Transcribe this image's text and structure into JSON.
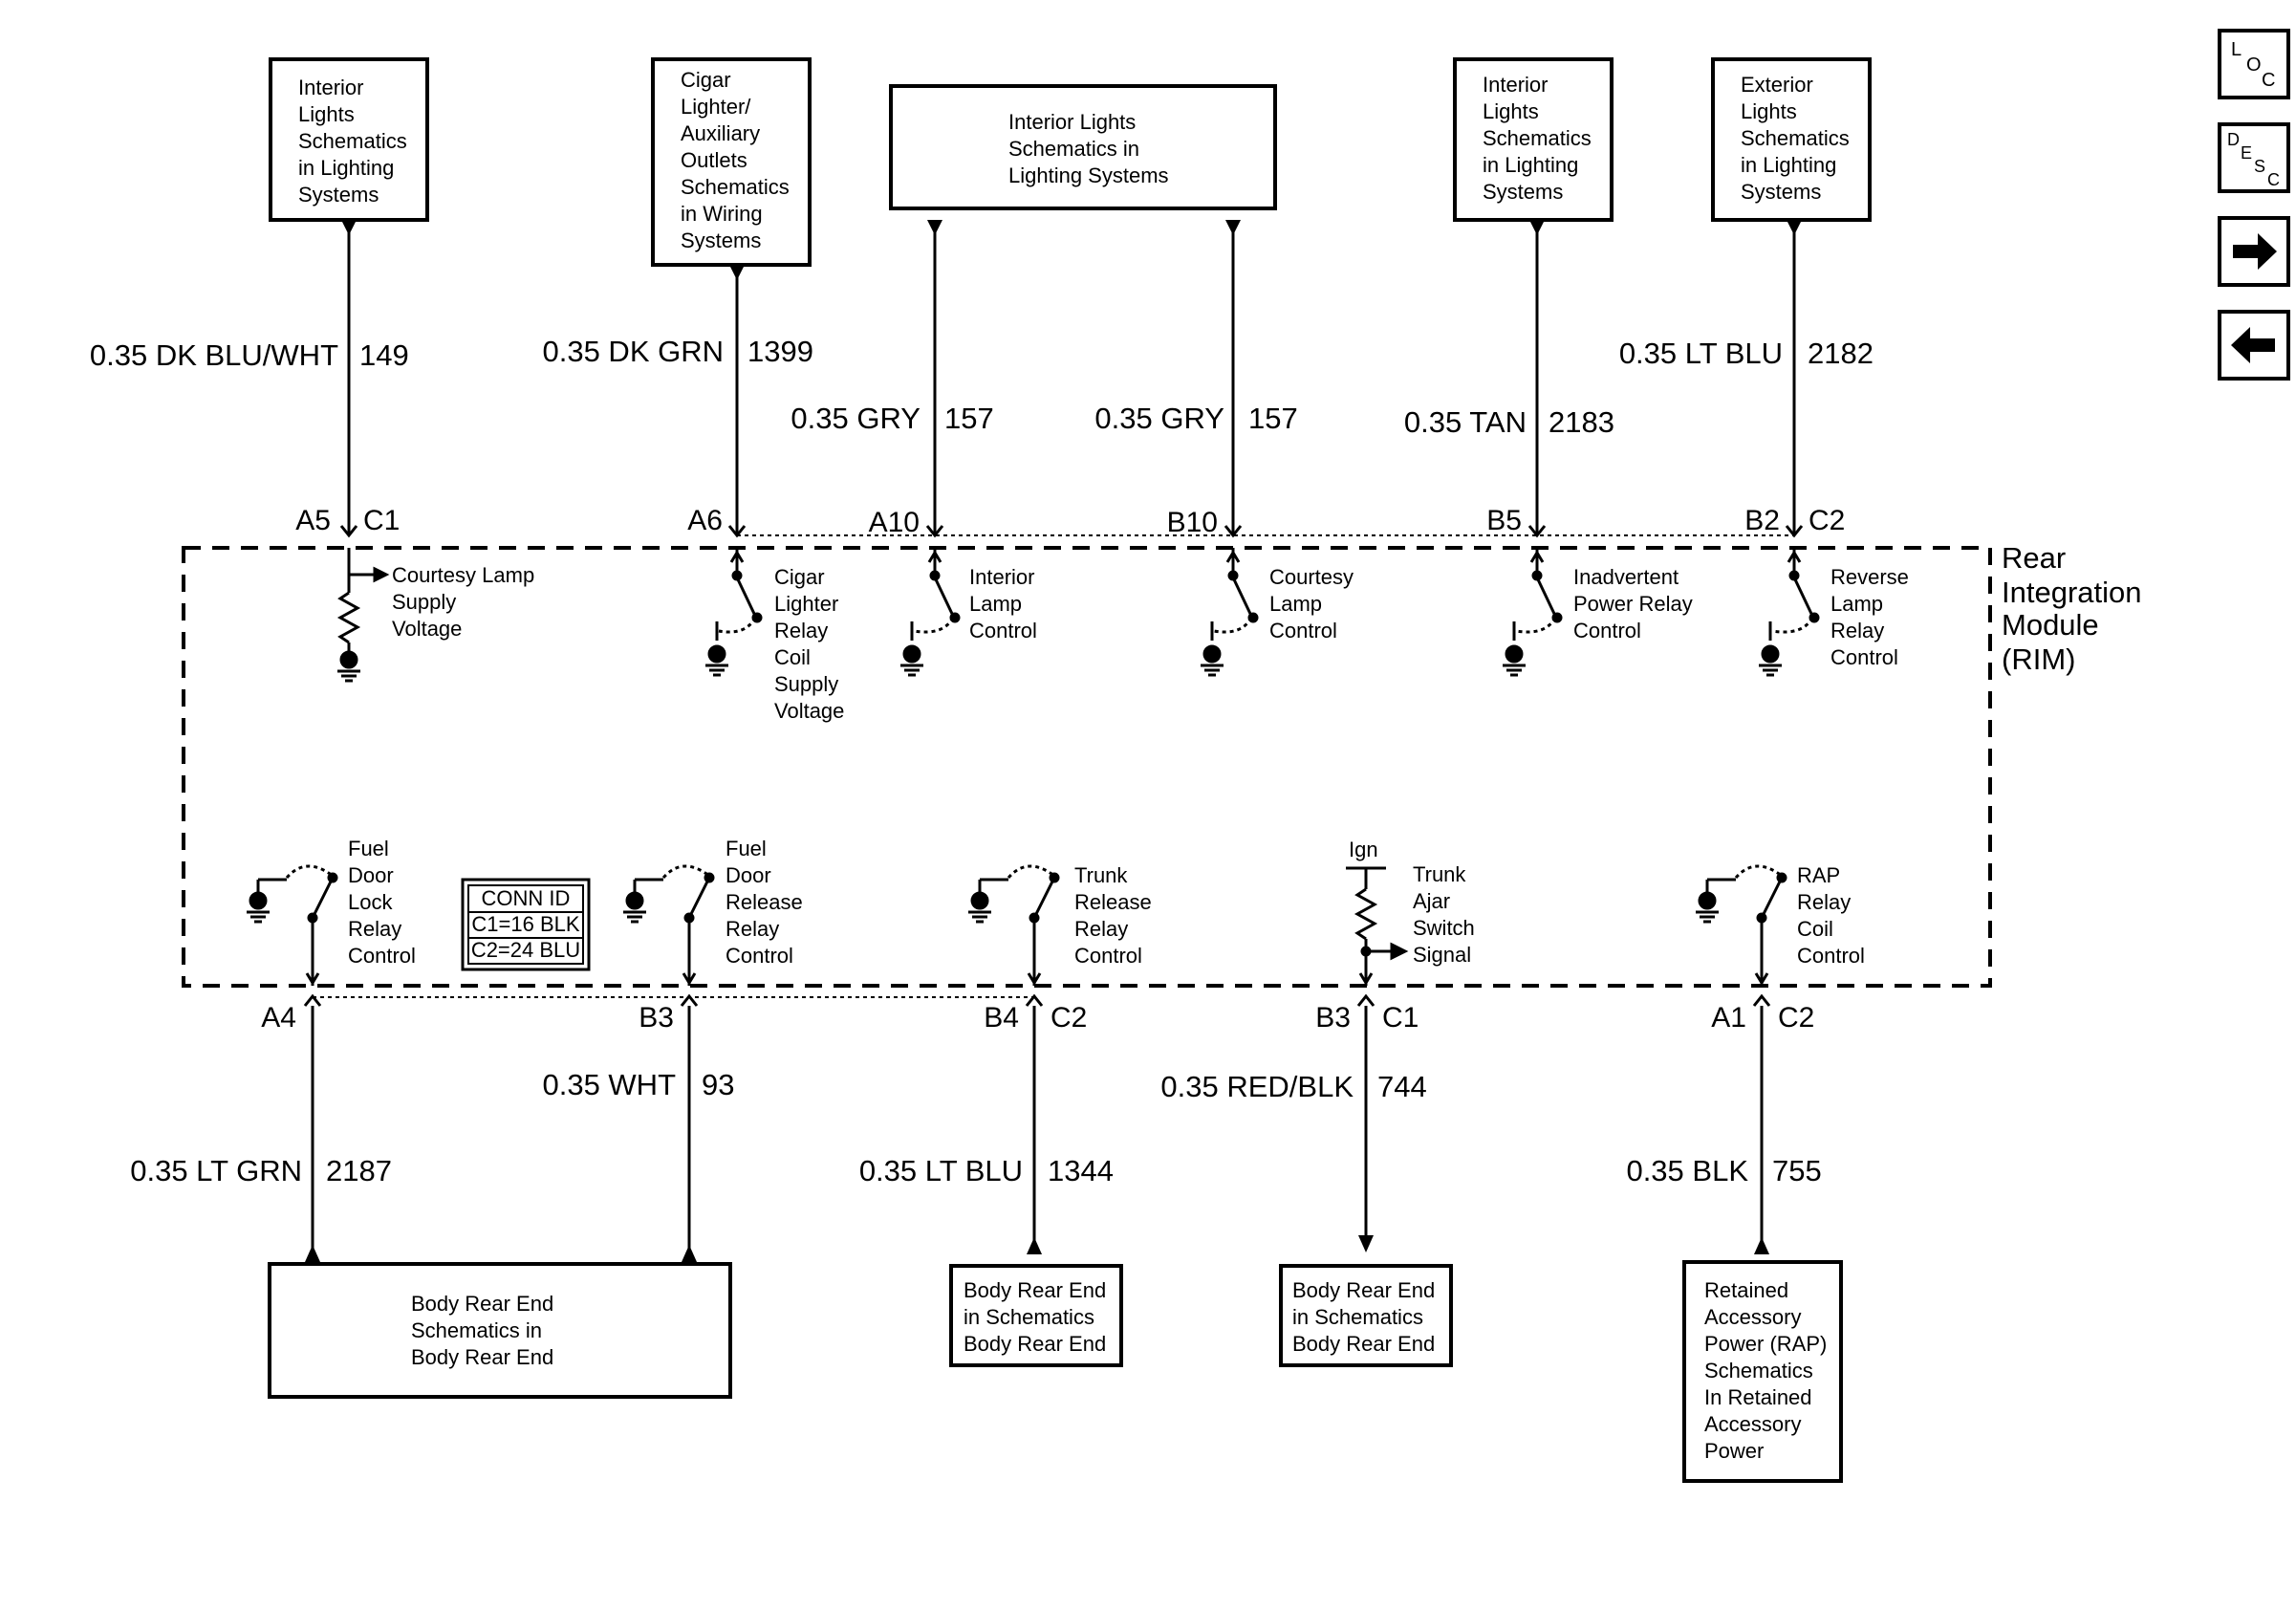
{
  "top_boxes": [
    {
      "id": "tb1",
      "lines": [
        "Interior",
        "Lights",
        "Schematics",
        "in Lighting",
        "Systems"
      ]
    },
    {
      "id": "tb2",
      "lines": [
        "Cigar",
        "Lighter/",
        "Auxiliary",
        "Outlets",
        "Schematics",
        "in Wiring",
        "Systems"
      ]
    },
    {
      "id": "tb3",
      "lines": [
        "Interior Lights",
        "Schematics in",
        "Lighting Systems"
      ]
    },
    {
      "id": "tb4",
      "lines": [
        "Interior",
        "Lights",
        "Schematics",
        "in Lighting",
        "Systems"
      ]
    },
    {
      "id": "tb5",
      "lines": [
        "Exterior",
        "Lights",
        "Schematics",
        "in Lighting",
        "Systems"
      ]
    }
  ],
  "top_wires": [
    {
      "id": "w149",
      "label": "0.35 DK BLU/WHT",
      "circuit": "149"
    },
    {
      "id": "w1399",
      "label": "0.35 DK GRN",
      "circuit": "1399"
    },
    {
      "id": "w157a",
      "label": "0.35 GRY",
      "circuit": "157"
    },
    {
      "id": "w157b",
      "label": "0.35 GRY",
      "circuit": "157"
    },
    {
      "id": "w2183",
      "label": "0.35 TAN",
      "circuit": "2183"
    },
    {
      "id": "w2182",
      "label": "0.35 LT BLU",
      "circuit": "2182"
    }
  ],
  "top_pins": [
    {
      "pin": "A5",
      "conn": "C1"
    },
    {
      "pin": "A6",
      "conn": ""
    },
    {
      "pin": "A10",
      "conn": ""
    },
    {
      "pin": "B10",
      "conn": ""
    },
    {
      "pin": "B5",
      "conn": ""
    },
    {
      "pin": "B2",
      "conn": "C2"
    }
  ],
  "top_components": [
    {
      "id": "c1",
      "lines": [
        "Courtesy Lamp",
        "Supply",
        "Voltage"
      ]
    },
    {
      "id": "c2",
      "lines": [
        "Cigar",
        "Lighter",
        "Relay",
        "Coil",
        "Supply",
        "Voltage"
      ]
    },
    {
      "id": "c3",
      "lines": [
        "Interior",
        "Lamp",
        "Control"
      ]
    },
    {
      "id": "c4",
      "lines": [
        "Courtesy",
        "Lamp",
        "Control"
      ]
    },
    {
      "id": "c5",
      "lines": [
        "Inadvertent",
        "Power Relay",
        "Control"
      ]
    },
    {
      "id": "c6",
      "lines": [
        "Reverse",
        "Lamp",
        "Relay",
        "Control"
      ]
    }
  ],
  "module": {
    "lines": [
      "Rear",
      "Integration",
      "Module",
      "(RIM)"
    ]
  },
  "conn_id": {
    "title": "CONN ID",
    "lines": [
      "C1=16 BLK",
      "C2=24 BLU"
    ]
  },
  "bottom_components": [
    {
      "id": "b1",
      "lines": [
        "Fuel",
        "Door",
        "Lock",
        "Relay",
        "Control"
      ]
    },
    {
      "id": "b2",
      "lines": [
        "Fuel",
        "Door",
        "Release",
        "Relay",
        "Control"
      ]
    },
    {
      "id": "b3",
      "lines": [
        "Trunk",
        "Release",
        "Relay",
        "Control"
      ]
    },
    {
      "id": "b4",
      "lines": [
        "Trunk",
        "Ajar",
        "Switch",
        "Signal"
      ],
      "supply": "Ign"
    },
    {
      "id": "b5",
      "lines": [
        "RAP",
        "Relay",
        "Coil",
        "Control"
      ]
    }
  ],
  "bottom_pins": [
    {
      "pin": "A4",
      "conn": ""
    },
    {
      "pin": "B3",
      "conn": ""
    },
    {
      "pin": "B4",
      "conn": "C2"
    },
    {
      "pin": "B3",
      "conn": "C1"
    },
    {
      "pin": "A1",
      "conn": "C2"
    }
  ],
  "bottom_wires": [
    {
      "id": "w2187",
      "label": "0.35 LT GRN",
      "circuit": "2187"
    },
    {
      "id": "w93",
      "label": "0.35 WHT",
      "circuit": "93"
    },
    {
      "id": "w1344",
      "label": "0.35 LT BLU",
      "circuit": "1344"
    },
    {
      "id": "w744",
      "label": "0.35 RED/BLK",
      "circuit": "744"
    },
    {
      "id": "w755",
      "label": "0.35 BLK",
      "circuit": "755"
    }
  ],
  "bottom_boxes": [
    {
      "id": "bb1",
      "lines": [
        "Body Rear End",
        "Schematics in",
        "Body Rear End"
      ]
    },
    {
      "id": "bb2",
      "lines": [
        "Body Rear End",
        "in Schematics",
        "Body Rear End"
      ]
    },
    {
      "id": "bb3",
      "lines": [
        "Body Rear End",
        "in Schematics",
        "Body Rear End"
      ]
    },
    {
      "id": "bb4",
      "lines": [
        "Retained",
        "Accessory",
        "Power (RAP)",
        "Schematics",
        "In Retained",
        "Accessory",
        "Power"
      ]
    }
  ],
  "nav": {
    "loc": [
      "L",
      "O",
      "C"
    ],
    "desc": [
      "D",
      "E",
      "S",
      "C"
    ],
    "next": "next-arrow-icon",
    "prev": "prev-arrow-icon"
  }
}
